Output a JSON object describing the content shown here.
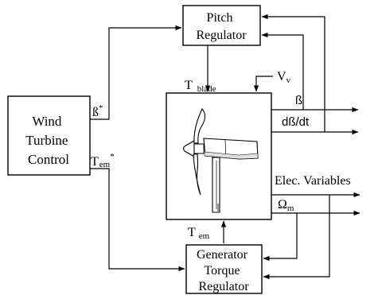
{
  "blocks": {
    "pitch_regulator": [
      "Pitch",
      "Regulator"
    ],
    "wind_turbine_control": [
      "Wind",
      "Turbine",
      "Control"
    ],
    "generator_torque_regulator": [
      "Generator",
      "Torque",
      "Regulator"
    ]
  },
  "signals": {
    "beta_ref": {
      "main": "ß",
      "sup": "*"
    },
    "tem_ref": {
      "main": "T",
      "sub": "em",
      "sup": "*"
    },
    "t_blade": {
      "main": "T",
      "sub": "blade"
    },
    "wind_speed": {
      "main": "V",
      "sub": "v"
    },
    "beta": "ß",
    "dbeta_dt": "dß/dt",
    "elec_variables": "Elec. Variables",
    "omega_m": {
      "main": "Ω",
      "sub": "m"
    },
    "t_em": {
      "main": "T",
      "sub": "em"
    }
  }
}
